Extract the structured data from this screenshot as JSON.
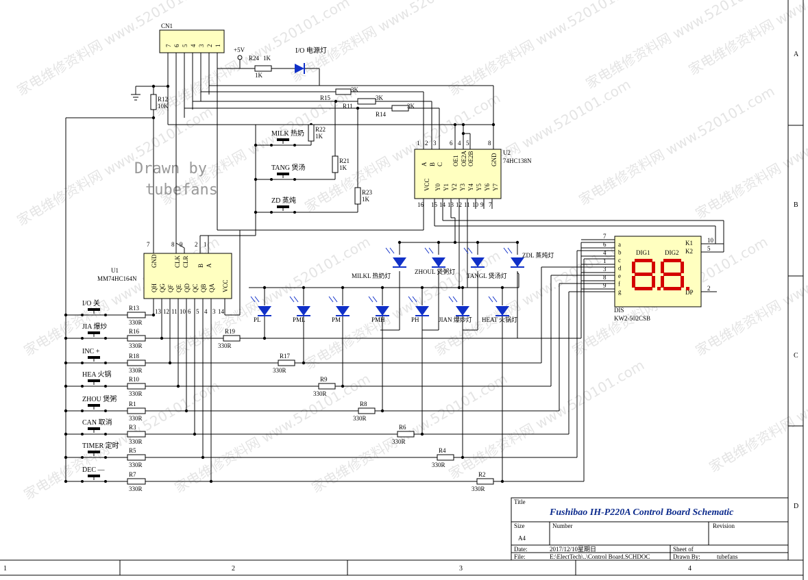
{
  "title_block": {
    "title_label": "Title",
    "title": "Fushibao IH-P220A Control Board Schematic",
    "size_label": "Size",
    "size": "A4",
    "number_label": "Number",
    "revision_label": "Revision",
    "date_label": "Date:",
    "date": "2017/12/10星期日",
    "sheet_label": "Sheet    of",
    "file_label": "File:",
    "file": "E:\\ElectTech\\..\\Control Board.SCHDOC",
    "drawn_label": "Drawn By:",
    "drawn_by": "tubefans"
  },
  "drawn_note": [
    "Drawn by",
    "tubefans"
  ],
  "border": {
    "columns": [
      "1",
      "2",
      "3",
      "4"
    ],
    "rows": [
      "A",
      "B",
      "C",
      "D"
    ]
  },
  "watermark": "家电维修资料网 www.520101.com",
  "components": {
    "cn1": {
      "ref": "CN1",
      "pins": [
        "7",
        "6",
        "5",
        "4",
        "3",
        "2",
        "1"
      ]
    },
    "plus5v": "+5V",
    "r24": {
      "ref": "R24",
      "value": "1K"
    },
    "power_led": "I/O 电源灯",
    "r12": {
      "ref": "R12",
      "value": "10K"
    },
    "r15": {
      "ref": "R15",
      "value": "3K"
    },
    "r11": {
      "ref": "R11",
      "value": "3K"
    },
    "r14": {
      "ref": "R14",
      "value": "3K"
    },
    "r22": {
      "ref": "R22",
      "value": "1K"
    },
    "r21": {
      "ref": "R21",
      "value": "1K"
    },
    "r23": {
      "ref": "R23",
      "value": "1K"
    },
    "sw_milk": "MILK 热奶",
    "sw_tang": "TANG 煲汤",
    "sw_zd": "ZD 蒸炖",
    "u2": {
      "ref": "U2",
      "part": "74HC138N",
      "top_pins": [
        "A",
        "B",
        "C",
        "OE1",
        "OE2A",
        "OE2B",
        "GND"
      ],
      "bottom_pins": [
        "VCC",
        "Y0",
        "Y1",
        "Y2",
        "Y3",
        "Y4",
        "Y5",
        "Y6",
        "Y7"
      ]
    },
    "u1": {
      "ref": "U1",
      "part": "MM74HC164N",
      "top_pins": [
        "GND",
        "CLK",
        "CLR",
        "B",
        "A"
      ],
      "bottom_pins": [
        "QH",
        "QG",
        "QF",
        "QE",
        "QD",
        "QC",
        "QB",
        "QA",
        "VCC"
      ]
    },
    "dis": {
      "ref": "DIS",
      "part": "KW2-502CSB",
      "segments": [
        "a",
        "b",
        "c",
        "d",
        "e",
        "f",
        "g"
      ],
      "digits": [
        "DIG1",
        "DIG2"
      ],
      "k": [
        "K1",
        "K2"
      ],
      "dp": "DP",
      "pins_left": [
        "7",
        "6",
        "4",
        "1",
        "3",
        "8",
        "9"
      ],
      "pins_right": [
        "10",
        "5",
        "2"
      ]
    },
    "leds_top": [
      "MILKL 热奶灯",
      "ZHOUL 煲粥灯",
      "TANGL 煲汤灯",
      "ZDL 蒸炖灯"
    ],
    "leds_bottom": [
      "PL",
      "PML",
      "PM",
      "PMH",
      "PH",
      "JIAN 爆炒灯",
      "HEAT 火锅灯"
    ],
    "switches": [
      "I/O 关",
      "JIA 爆炒",
      "INC +",
      "HEA 火锅",
      "ZHOU 煲粥",
      "CAN 取消",
      "TIMER 定时",
      "DEC —"
    ],
    "left_res": [
      {
        "ref": "R13",
        "value": "330R"
      },
      {
        "ref": "R16",
        "value": "330R"
      },
      {
        "ref": "R18",
        "value": "330R"
      },
      {
        "ref": "R10",
        "value": "330R"
      },
      {
        "ref": "R1",
        "value": "330R"
      },
      {
        "ref": "R3",
        "value": "330R"
      },
      {
        "ref": "R5",
        "value": "330R"
      },
      {
        "ref": "R7",
        "value": "330R"
      }
    ],
    "led_res": [
      {
        "ref": "R19",
        "value": "330R"
      },
      {
        "ref": "R17",
        "value": "330R"
      },
      {
        "ref": "R9",
        "value": "330R"
      },
      {
        "ref": "R8",
        "value": "330R"
      },
      {
        "ref": "R6",
        "value": "330R"
      },
      {
        "ref": "R4",
        "value": "330R"
      },
      {
        "ref": "R2",
        "value": "330R"
      }
    ]
  },
  "colors": {
    "led": "#1030c8",
    "seg": "#d40000",
    "title": "#0b2a8c"
  }
}
